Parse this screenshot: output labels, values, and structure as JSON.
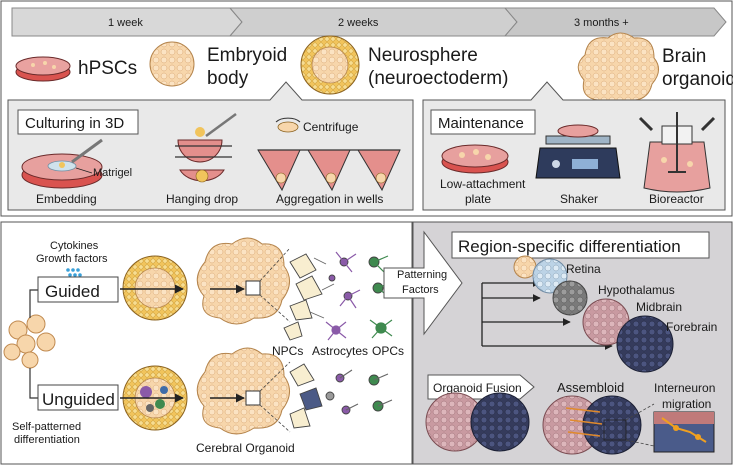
{
  "timeline": {
    "week1": "1 week",
    "weeks2": "2 weeks",
    "months3": "3 months +"
  },
  "stages": {
    "hpscs": "hPSCs",
    "embryoid_line1": "Embryoid",
    "embryoid_line2": "body",
    "neuro_line1": "Neurosphere",
    "neuro_line2": "(neuroectoderm)",
    "brain_line1": "Brain",
    "brain_line2": "organoid"
  },
  "culturing": {
    "title": "Culturing in 3D",
    "centrifuge": "Centrifuge",
    "matrigel": "Matrigel",
    "embedding": "Embedding",
    "hanging_drop": "Hanging drop",
    "aggregation": "Aggregation in wells"
  },
  "maintenance": {
    "title": "Maintenance",
    "low_line1": "Low-attachment",
    "low_line2": "plate",
    "shaker": "Shaker",
    "bioreactor": "Bioreactor"
  },
  "differentiation": {
    "cytokines": "Cytokines",
    "growth_factors": "Growth factors",
    "guided": "Guided",
    "unguided": "Unguided",
    "self_line1": "Self-patterned",
    "self_line2": "differentiation",
    "npcs": "NPCs",
    "astrocytes": "Astrocytes",
    "opcs": "OPCs",
    "cerebral": "Cerebral Organoid",
    "patterning_line1": "Patterning",
    "patterning_line2": "Factors"
  },
  "regions": {
    "title": "Region-specific differentiation",
    "retina": "Retina",
    "hypothalamus": "Hypothalamus",
    "midbrain": "Midbrain",
    "forebrain": "Forebrain",
    "fusion": "Organoid Fusion",
    "assembloid": "Assembloid",
    "interneuron_line1": "Interneuron",
    "interneuron_line2": "migration"
  },
  "colors": {
    "orange": "#f7d1a2",
    "yellow": "#f0c35a",
    "pink": "#cfa2a8",
    "navy": "#3d4468",
    "light_blue": "#cfe0ee",
    "gray_panel": "#e9e9e9",
    "dark_panel": "#d5d3d6"
  }
}
